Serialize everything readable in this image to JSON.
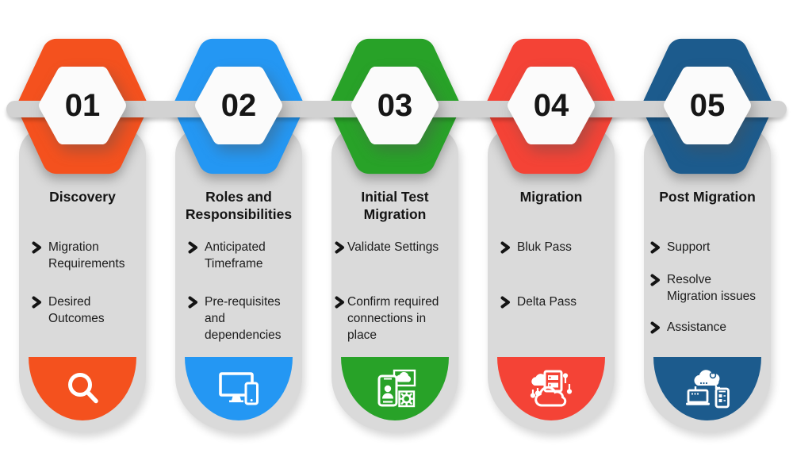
{
  "palette": {
    "page_background": "#ffffff",
    "card": "#dadada",
    "bar": "#d2d2d2",
    "text": "#1c1c1c"
  },
  "stages": [
    {
      "number": "01",
      "color": "#f4511e",
      "title": "Discovery",
      "title_lines": [
        "Discovery"
      ],
      "icon": "search-icon",
      "bullets": [
        {
          "lines": [
            "Migration",
            "Requirements"
          ]
        },
        {
          "lines": [
            "Desired",
            "Outcomes"
          ]
        }
      ]
    },
    {
      "number": "02",
      "color": "#2497f3",
      "title": "Roles and Responsibilities",
      "title_lines": [
        "Roles and",
        "Responsibilities"
      ],
      "icon": "devices-icon",
      "bullets": [
        {
          "lines": [
            "Anticipated",
            "Timeframe"
          ]
        },
        {
          "lines": [
            "Pre-requisites",
            "and",
            "dependencies"
          ]
        }
      ]
    },
    {
      "number": "03",
      "color": "#28a228",
      "title": "Initial Test Migration",
      "title_lines": [
        "Initial Test",
        "Migration"
      ],
      "icon": "mobile-app-cloud-icon",
      "bullets": [
        {
          "lines": [
            "Validate Settings"
          ]
        },
        {
          "lines": [
            "Confirm required",
            "connections in",
            "place"
          ]
        }
      ]
    },
    {
      "number": "04",
      "color": "#f44336",
      "title": "Migration",
      "title_lines": [
        "Migration"
      ],
      "icon": "server-cloud-migration-icon",
      "bullets": [
        {
          "lines": [
            "Bluk Pass"
          ]
        },
        {
          "lines": [
            "Delta Pass"
          ]
        }
      ]
    },
    {
      "number": "05",
      "color": "#1c5b8d",
      "title": "Post Migration",
      "title_lines": [
        "Post Migration"
      ],
      "icon": "cloud-device-sync-icon",
      "bullets": [
        {
          "lines": [
            "Support"
          ]
        },
        {
          "lines": [
            "Resolve",
            "Migration issues"
          ]
        },
        {
          "lines": [
            "Assistance"
          ]
        }
      ]
    }
  ]
}
